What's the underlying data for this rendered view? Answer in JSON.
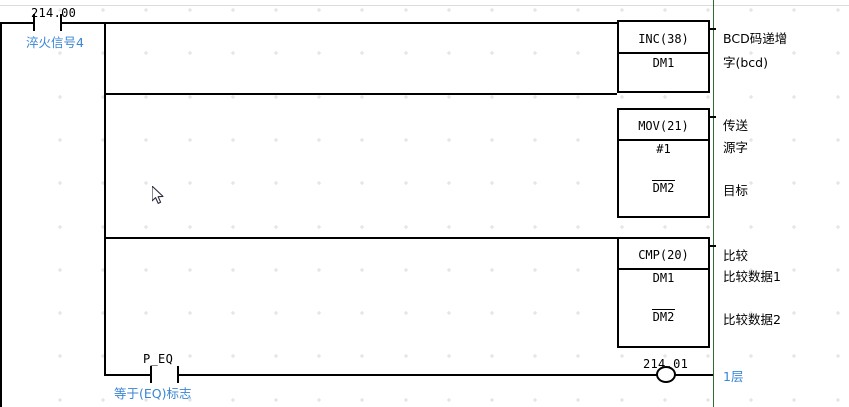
{
  "diagram": {
    "type": "ladder-logic",
    "rail_color": "#000000",
    "comment_color": "#3a86d4",
    "separator_color": "#2f6b33",
    "grid_dot_color": "#d8d8d8"
  },
  "contacts": [
    {
      "id": "contact-214-00",
      "address": "214.00",
      "comment": "淬火信号4",
      "kind": "normally-open"
    },
    {
      "id": "contact-p-eq",
      "address": "P_EQ",
      "comment": "等于(EQ)标志",
      "kind": "normally-open"
    }
  ],
  "blocks": [
    {
      "id": "block-inc",
      "op": "INC(38)",
      "operands": [
        "DM1"
      ],
      "operand_overline": [
        false
      ],
      "annotations": [
        "BCD码递增",
        "字(bcd)"
      ]
    },
    {
      "id": "block-mov",
      "op": "MOV(21)",
      "operands": [
        "#1",
        "DM2"
      ],
      "operand_overline": [
        false,
        true
      ],
      "annotations": [
        "传送",
        "源字",
        "目标"
      ]
    },
    {
      "id": "block-cmp",
      "op": "CMP(20)",
      "operands": [
        "DM1",
        "DM2"
      ],
      "operand_overline": [
        false,
        true
      ],
      "annotations": [
        "比较",
        "比较数据1",
        "比较数据2"
      ]
    }
  ],
  "coil": {
    "id": "coil-214-01",
    "address": "214.01",
    "comment": "1层",
    "kind": "output-coil"
  }
}
